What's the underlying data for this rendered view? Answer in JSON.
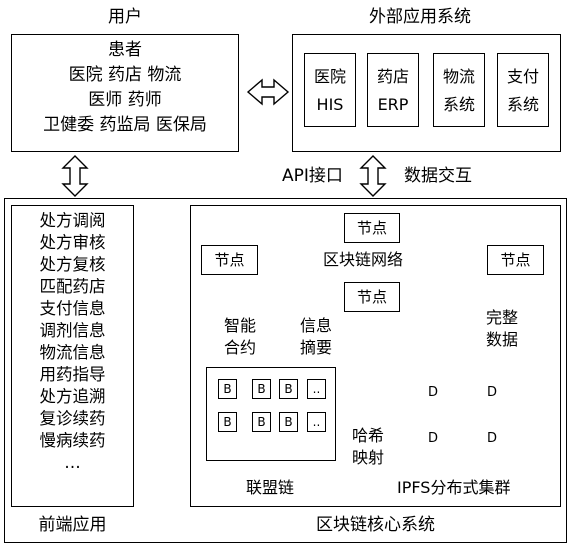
{
  "users": {
    "title": "用户",
    "lines": [
      "患者",
      "医院  药店  物流",
      "医师  药师",
      "卫健委  药监局  医保局"
    ]
  },
  "external": {
    "title": "外部应用系统",
    "systems": [
      {
        "line1": "医院",
        "line2": "HIS"
      },
      {
        "line1": "药店",
        "line2": "ERP"
      },
      {
        "line1": "物流",
        "line2": "系统"
      },
      {
        "line1": "支付",
        "line2": "系统"
      }
    ]
  },
  "connector": {
    "api_label": "API接口",
    "exchange_label": "数据交互"
  },
  "frontend": {
    "title": "前端应用",
    "items": [
      "处方调阅",
      "处方审核",
      "处方复核",
      "匹配药店",
      "支付信息",
      "调剂信息",
      "物流信息",
      "用药指导",
      "处方追溯",
      "复诊续药",
      "慢病续药",
      "…"
    ]
  },
  "core": {
    "title": "区块链核心系统",
    "network_label": "区块链网络",
    "node_label": "节点",
    "smart_contract": [
      "智能",
      "合约"
    ],
    "info_digest": [
      "信息",
      "摘要"
    ],
    "complete_data": [
      "完整",
      "数据"
    ],
    "consortium_label": "联盟链",
    "block_label": "B",
    "block_more": "..",
    "hash_mapping": [
      "哈希",
      "映射"
    ],
    "ipfs_label": "IPFS分布式集群",
    "disk_label": "D"
  }
}
